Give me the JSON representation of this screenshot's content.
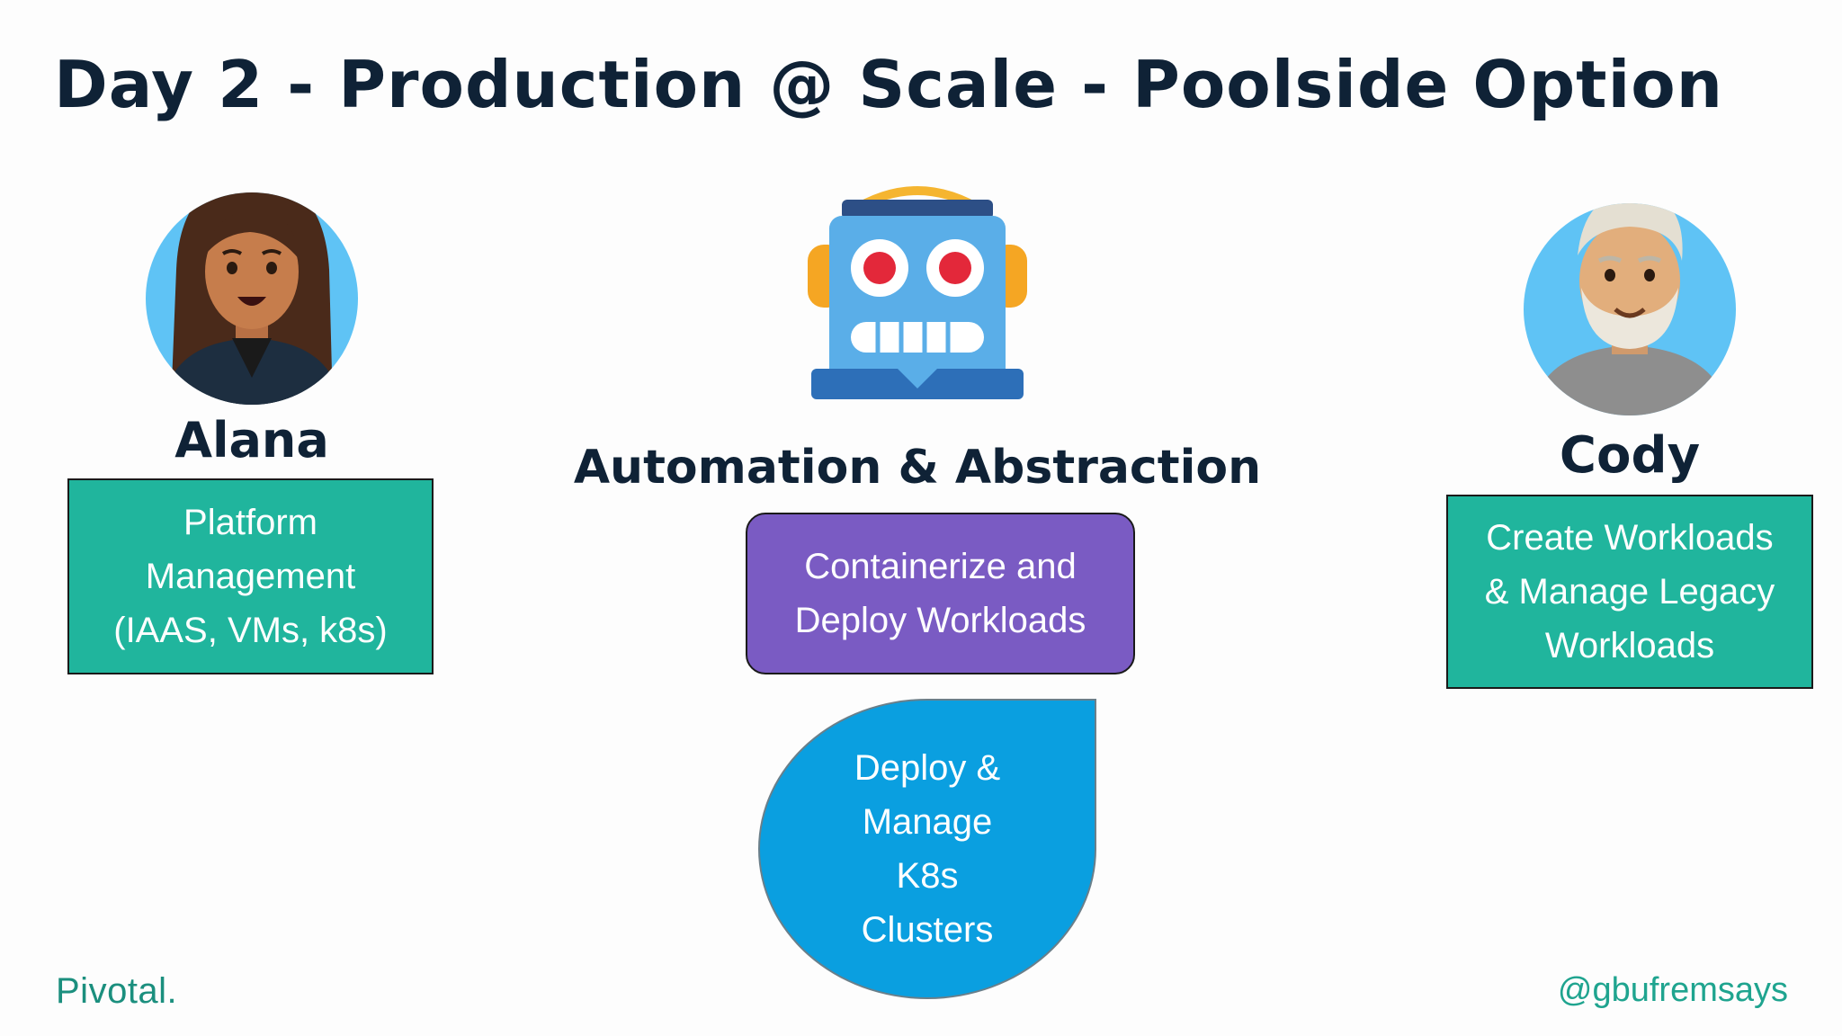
{
  "slide": {
    "title": "Day 2 - Production @ Scale - Poolside Option",
    "footer_logo": "Pivotal.",
    "footer_handle": "@gbufremsays"
  },
  "left": {
    "name": "Alana",
    "box_lines": [
      "Platform",
      "Management",
      "(IAAS, VMs, k8s)"
    ],
    "box_color": "#20b59d"
  },
  "center": {
    "heading": "Automation & Abstraction",
    "box_lines": [
      "Containerize and",
      "Deploy Workloads"
    ],
    "box_color": "#7a5bc3",
    "drop_lines": [
      "Deploy &",
      "Manage",
      "K8s",
      "Clusters"
    ],
    "drop_color": "#0a9fe0"
  },
  "right": {
    "name": "Cody",
    "box_lines": [
      "Create Workloads",
      "& Manage Legacy",
      "Workloads"
    ],
    "box_color": "#20b59d"
  },
  "icons": [
    "woman-avatar-icon",
    "robot-icon",
    "man-avatar-icon"
  ]
}
